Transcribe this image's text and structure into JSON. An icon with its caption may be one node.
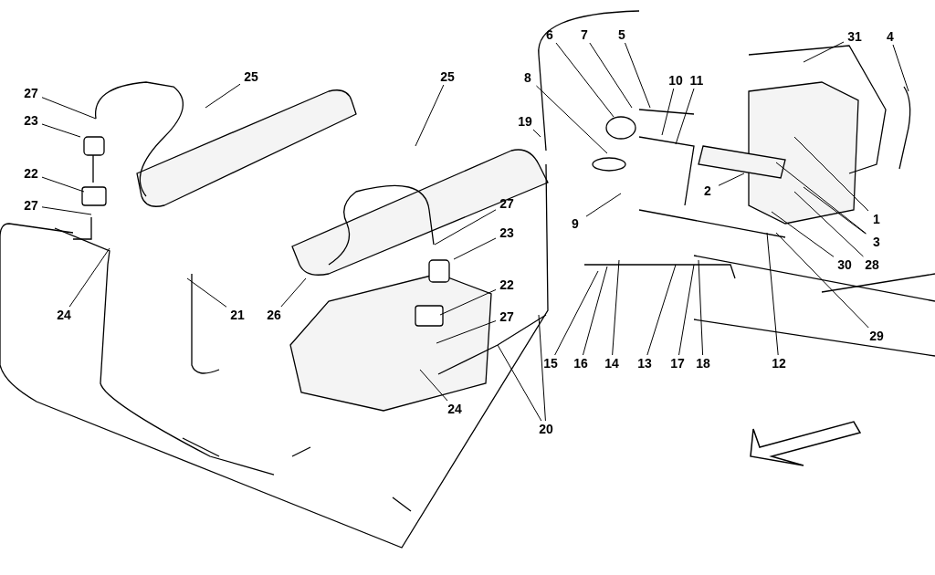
{
  "diagram": {
    "nodes": [
      {
        "text": [
          "27"
        ]
      },
      {
        "text": [
          "23"
        ]
      },
      {
        "text": [
          "25"
        ]
      },
      {
        "text": [
          "22"
        ]
      },
      {
        "text": [
          "27"
        ]
      },
      {
        "text": [
          "24"
        ]
      },
      {
        "text": [
          "21"
        ]
      },
      {
        "text": [
          "26"
        ]
      },
      {
        "text": [
          "25"
        ]
      },
      {
        "text": [
          "27"
        ]
      },
      {
        "text": [
          "23"
        ]
      },
      {
        "text": [
          "22"
        ]
      },
      {
        "text": [
          "27"
        ]
      },
      {
        "text": [
          "24"
        ]
      },
      {
        "text": [
          "20"
        ]
      },
      {
        "text": [
          "19"
        ]
      },
      {
        "text": [
          "8"
        ]
      },
      {
        "text": [
          "6"
        ]
      },
      {
        "text": [
          "7"
        ]
      },
      {
        "text": [
          "5"
        ]
      },
      {
        "text": [
          "10"
        ]
      },
      {
        "text": [
          "11"
        ]
      },
      {
        "text": [
          "9"
        ]
      },
      {
        "text": [
          "2"
        ]
      },
      {
        "text": [
          "31"
        ]
      },
      {
        "text": [
          "4"
        ]
      },
      {
        "text": [
          "1"
        ]
      },
      {
        "text": [
          "3"
        ]
      },
      {
        "text": [
          "28"
        ]
      },
      {
        "text": [
          "30"
        ]
      },
      {
        "text": [
          "29"
        ]
      },
      {
        "text": [
          "12"
        ]
      },
      {
        "text": [
          "15"
        ]
      },
      {
        "text": [
          "16"
        ]
      },
      {
        "text": [
          "14"
        ]
      },
      {
        "text": [
          "13"
        ]
      },
      {
        "text": [
          "17"
        ]
      },
      {
        "text": [
          "18"
        ]
      }
    ],
    "edges": [
      {
        "from": 0,
        "to": null,
        "arrow": "none"
      },
      {
        "from": 1,
        "to": null,
        "arrow": "none"
      },
      {
        "from": 2,
        "to": null,
        "arrow": "none"
      },
      {
        "from": 3,
        "to": null,
        "arrow": "none"
      },
      {
        "from": 4,
        "to": null,
        "arrow": "none"
      },
      {
        "from": 5,
        "to": null,
        "arrow": "none"
      },
      {
        "from": 6,
        "to": null,
        "arrow": "none"
      },
      {
        "from": 7,
        "to": null,
        "arrow": "none"
      },
      {
        "from": 8,
        "to": null,
        "arrow": "none"
      },
      {
        "from": 9,
        "to": null,
        "arrow": "none"
      },
      {
        "from": 10,
        "to": null,
        "arrow": "none"
      },
      {
        "from": 11,
        "to": null,
        "arrow": "none"
      },
      {
        "from": 12,
        "to": null,
        "arrow": "none"
      },
      {
        "from": 13,
        "to": null,
        "arrow": "none"
      },
      {
        "from": 14,
        "to": null,
        "arrow": "none"
      },
      {
        "from": 14,
        "to": null,
        "arrow": "none"
      },
      {
        "from": 15,
        "to": null,
        "arrow": "none"
      },
      {
        "from": 16,
        "to": null,
        "arrow": "none"
      },
      {
        "from": 17,
        "to": null,
        "arrow": "none"
      },
      {
        "from": 18,
        "to": null,
        "arrow": "none"
      },
      {
        "from": 19,
        "to": null,
        "arrow": "none"
      },
      {
        "from": 20,
        "to": null,
        "arrow": "none"
      },
      {
        "from": 21,
        "to": null,
        "arrow": "none"
      },
      {
        "from": 22,
        "to": null,
        "arrow": "none"
      },
      {
        "from": 23,
        "to": null,
        "arrow": "none"
      },
      {
        "from": 24,
        "to": null,
        "arrow": "none"
      },
      {
        "from": 25,
        "to": null,
        "arrow": "none"
      },
      {
        "from": 26,
        "to": null,
        "arrow": "none"
      },
      {
        "from": 27,
        "to": null,
        "arrow": "none"
      },
      {
        "from": 27,
        "to": null,
        "arrow": "none"
      },
      {
        "from": 28,
        "to": null,
        "arrow": "none"
      },
      {
        "from": 29,
        "to": null,
        "arrow": "none"
      },
      {
        "from": 30,
        "to": null,
        "arrow": "none"
      },
      {
        "from": 31,
        "to": null,
        "arrow": "none"
      },
      {
        "from": 32,
        "to": null,
        "arrow": "none"
      },
      {
        "from": 33,
        "to": null,
        "arrow": "none"
      },
      {
        "from": 34,
        "to": null,
        "arrow": "none"
      },
      {
        "from": 35,
        "to": null,
        "arrow": "none"
      },
      {
        "from": 36,
        "to": null,
        "arrow": "none"
      },
      {
        "from": 37,
        "to": null,
        "arrow": "none"
      }
    ]
  }
}
